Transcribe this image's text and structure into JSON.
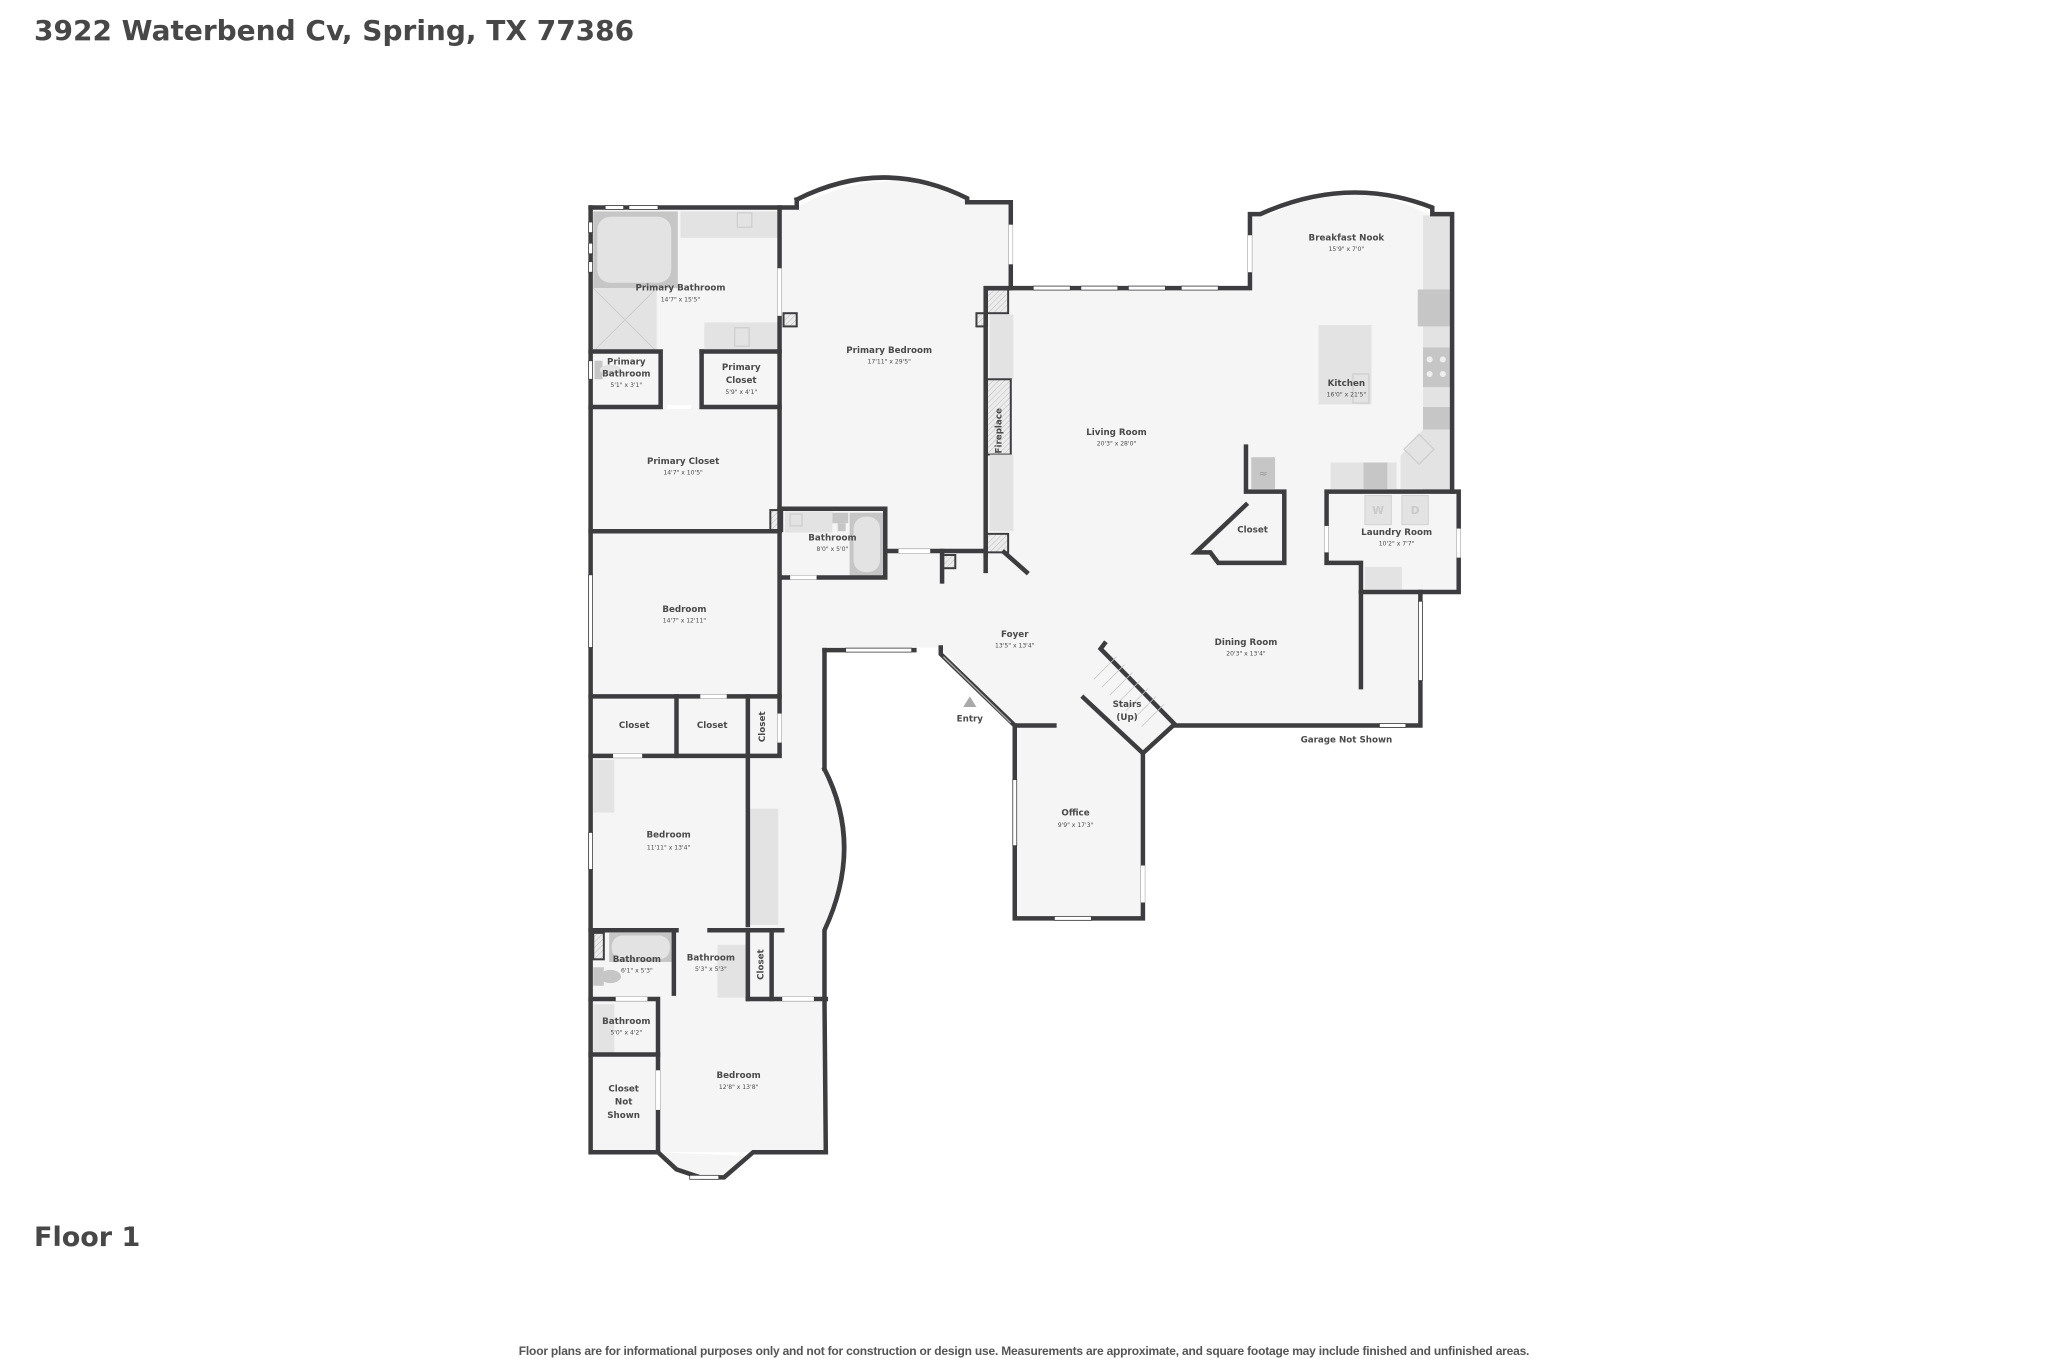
{
  "header": {
    "address": "3922 Waterbend Cv, Spring, TX 77386"
  },
  "floor": {
    "label": "Floor 1"
  },
  "footer": {
    "disclaimer": "Floor plans are for informational purposes only and not for construction or design use. Measurements are approximate, and square footage may include finished and unfinished areas."
  },
  "rooms": {
    "primary_bathroom": {
      "name": "Primary Bathroom",
      "dim": "14'7\" x 15'5\""
    },
    "primary_wc": {
      "name_1": "Primary",
      "name_2": "Bathroom",
      "dim": "5'1\" x 3'1\""
    },
    "primary_closet_small": {
      "name_1": "Primary",
      "name_2": "Closet",
      "dim": "5'9\" x 4'1\""
    },
    "primary_bedroom": {
      "name": "Primary Bedroom",
      "dim": "17'11\" x 29'5\""
    },
    "primary_closet": {
      "name": "Primary Closet",
      "dim": "14'7\" x 10'5\""
    },
    "hall_bathroom": {
      "name": "Bathroom",
      "dim": "8'0\" x 5'0\""
    },
    "bedroom_2": {
      "name": "Bedroom",
      "dim": "14'7\" x 12'11\""
    },
    "closet_a": {
      "name": "Closet"
    },
    "closet_b": {
      "name": "Closet"
    },
    "closet_c": {
      "name": "Closet"
    },
    "bedroom_3": {
      "name": "Bedroom",
      "dim": "11'11\" x 13'4\""
    },
    "bathroom_a": {
      "name": "Bathroom",
      "dim": "6'1\" x 5'3\""
    },
    "bathroom_b": {
      "name": "Bathroom",
      "dim": "5'3\" x 5'3\""
    },
    "closet_d": {
      "name": "Closet"
    },
    "bathroom_c": {
      "name": "Bathroom",
      "dim": "5'0\" x 4'2\""
    },
    "closet_not_shown": {
      "name_1": "Closet",
      "name_2": "Not",
      "name_3": "Shown"
    },
    "bedroom_4": {
      "name": "Bedroom",
      "dim": "12'8\" x 13'8\""
    },
    "fireplace": {
      "name": "Fireplace"
    },
    "living_room": {
      "name": "Living Room",
      "dim": "20'3\" x 28'0\""
    },
    "breakfast_nook": {
      "name": "Breakfast Nook",
      "dim": "15'9\" x 7'0\""
    },
    "kitchen": {
      "name": "Kitchen",
      "dim": "16'0\" x 21'5\""
    },
    "closet_living": {
      "name": "Closet"
    },
    "laundry_room": {
      "name": "Laundry Room",
      "dim": "10'2\" x 7'7\"",
      "washer": "W",
      "dryer": "D"
    },
    "foyer": {
      "name": "Foyer",
      "dim": "13'5\" x 13'4\""
    },
    "dining_room": {
      "name": "Dining Room",
      "dim": "20'3\" x 13'4\""
    },
    "stairs": {
      "name_1": "Stairs",
      "name_2": "(Up)"
    },
    "office": {
      "name": "Office",
      "dim": "9'9\" x 17'3\""
    }
  },
  "annotations": {
    "entry": "Entry",
    "garage": "Garage Not Shown"
  },
  "colors": {
    "wall": "#3d3d3f",
    "floor": "#f5f5f5",
    "fixture": "#e3e3e3",
    "text": "#4a4a4a"
  }
}
